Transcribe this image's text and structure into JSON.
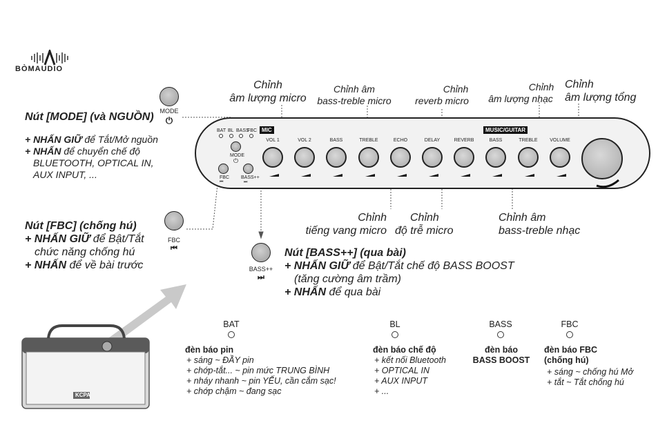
{
  "logo": {
    "text": "BÒMAUDIO"
  },
  "mode_callout": {
    "title": "Nút [MODE] (và NGUỒN)",
    "button_label": "MODE",
    "lines": [
      {
        "bold": "+ NHẤN GIỮ",
        "rest": " để Tắt/Mở nguồn"
      },
      {
        "bold": "+ NHẤN",
        "rest": " để chuyển chế độ"
      },
      {
        "bold": "",
        "rest": "BLUETOOTH, OPTICAL IN,"
      },
      {
        "bold": "",
        "rest": "AUX INPUT, ..."
      }
    ]
  },
  "fbc_callout": {
    "title": "Nút [FBC] (chống hú)",
    "button_label": "FBC",
    "lines": [
      {
        "bold": "+ NHẤN GIỮ",
        "rest": " để Bật/Tắt"
      },
      {
        "bold": "",
        "rest": "chức năng chống hú"
      },
      {
        "bold": "+ NHẤN",
        "rest": " để về bài trước"
      }
    ]
  },
  "bass_callout": {
    "title": "Nút [BASS++] (qua bài)",
    "button_label": "BASS++",
    "lines": [
      {
        "bold": "+ NHẤN GIỮ",
        "rest": " để Bật/Tắt chế độ BASS BOOST"
      },
      {
        "bold": "",
        "rest": "(tăng cường âm trầm)"
      },
      {
        "bold": "+ NHẤN",
        "rest": " để qua bài"
      }
    ]
  },
  "top_labels": {
    "mic_volume": [
      "Chỉnh",
      "âm lượng micro"
    ],
    "mic_bt": [
      "Chỉnh âm",
      "bass-treble micro"
    ],
    "reverb": [
      "Chỉnh",
      "reverb micro"
    ],
    "music_vol": [
      "Chỉnh",
      "âm lượng nhạc"
    ],
    "master": [
      "Chỉnh",
      "âm lượng tổng"
    ]
  },
  "bottom_labels": {
    "echo": [
      "Chỉnh",
      "tiếng vang micro"
    ],
    "delay": [
      "Chỉnh",
      "độ trễ micro"
    ],
    "music_bt": [
      "Chỉnh âm",
      "bass-treble nhạc"
    ]
  },
  "panel": {
    "mic_tag": "MIC",
    "music_tag": "MUSIC/GUITAR",
    "leds": [
      "BAT",
      "BL",
      "BASS",
      "FBC"
    ],
    "mode_label": "MODE",
    "fbc_label": "FBC",
    "bass_label": "BASS++",
    "knobs": [
      "VOL 1",
      "VOL 2",
      "BASS",
      "TREBLE",
      "ECHO",
      "DELAY",
      "REVERB",
      "BASS",
      "TREBLE",
      "VOLUME"
    ]
  },
  "indicators": [
    {
      "name": "BAT",
      "title": "đèn báo pin",
      "lines": [
        "+ sáng ~ ĐẦY pin",
        "+ chớp-tắt... ~ pin mức TRUNG BÌNH",
        "+ nháy nhanh ~ pin YẾU, cần cắm sạc!",
        "+ chớp chậm ~ đang sạc"
      ]
    },
    {
      "name": "BL",
      "title": "đèn báo chế độ",
      "lines": [
        "+ kết nối Bluetooth",
        "+ OPTICAL IN",
        "+ AUX INPUT",
        "+ ..."
      ]
    },
    {
      "name": "BASS",
      "title": "đèn báo",
      "title2": "BASS BOOST",
      "lines": []
    },
    {
      "name": "FBC",
      "title": "đèn báo FBC",
      "title2": "(chống hú)",
      "lines": [
        "+ sáng ~ chống hú Mở",
        "+ tắt ~ Tắt chống hú"
      ]
    }
  ],
  "speaker_brand": "KCPA"
}
